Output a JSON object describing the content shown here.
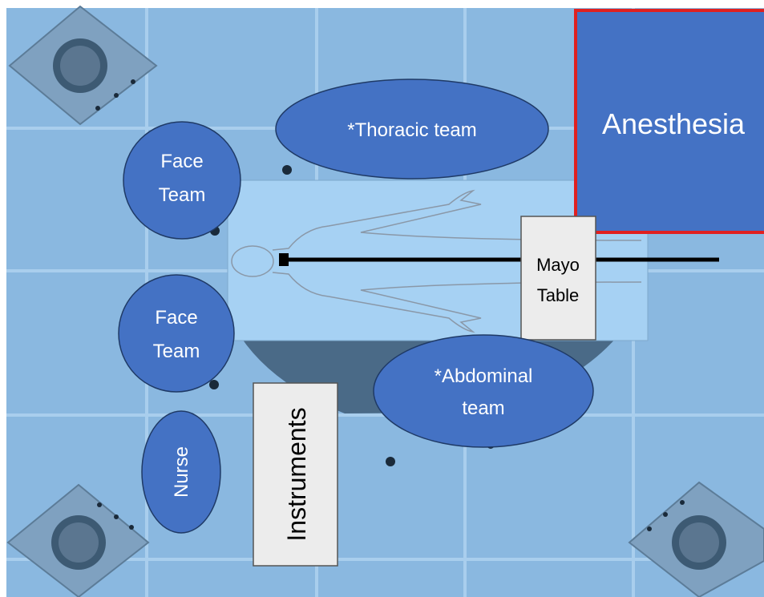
{
  "diagram": {
    "teams": {
      "thoracic": "*Thoracic team",
      "abdominal_line1": "*Abdominal",
      "abdominal_line2": "team",
      "face_top_line1": "Face",
      "face_top_line2": "Team",
      "face_bottom_line1": "Face",
      "face_bottom_line2": "Team",
      "nurse": "Nurse"
    },
    "stations": {
      "anesthesia": "Anesthesia",
      "mayo_line1": "Mayo",
      "mayo_line2": "Table",
      "instruments": "Instruments"
    },
    "colors": {
      "floor": "#8ab8e0",
      "team_fill": "#4472c4",
      "anesthesia_border": "#e02020",
      "station_fill": "#ececec"
    }
  }
}
